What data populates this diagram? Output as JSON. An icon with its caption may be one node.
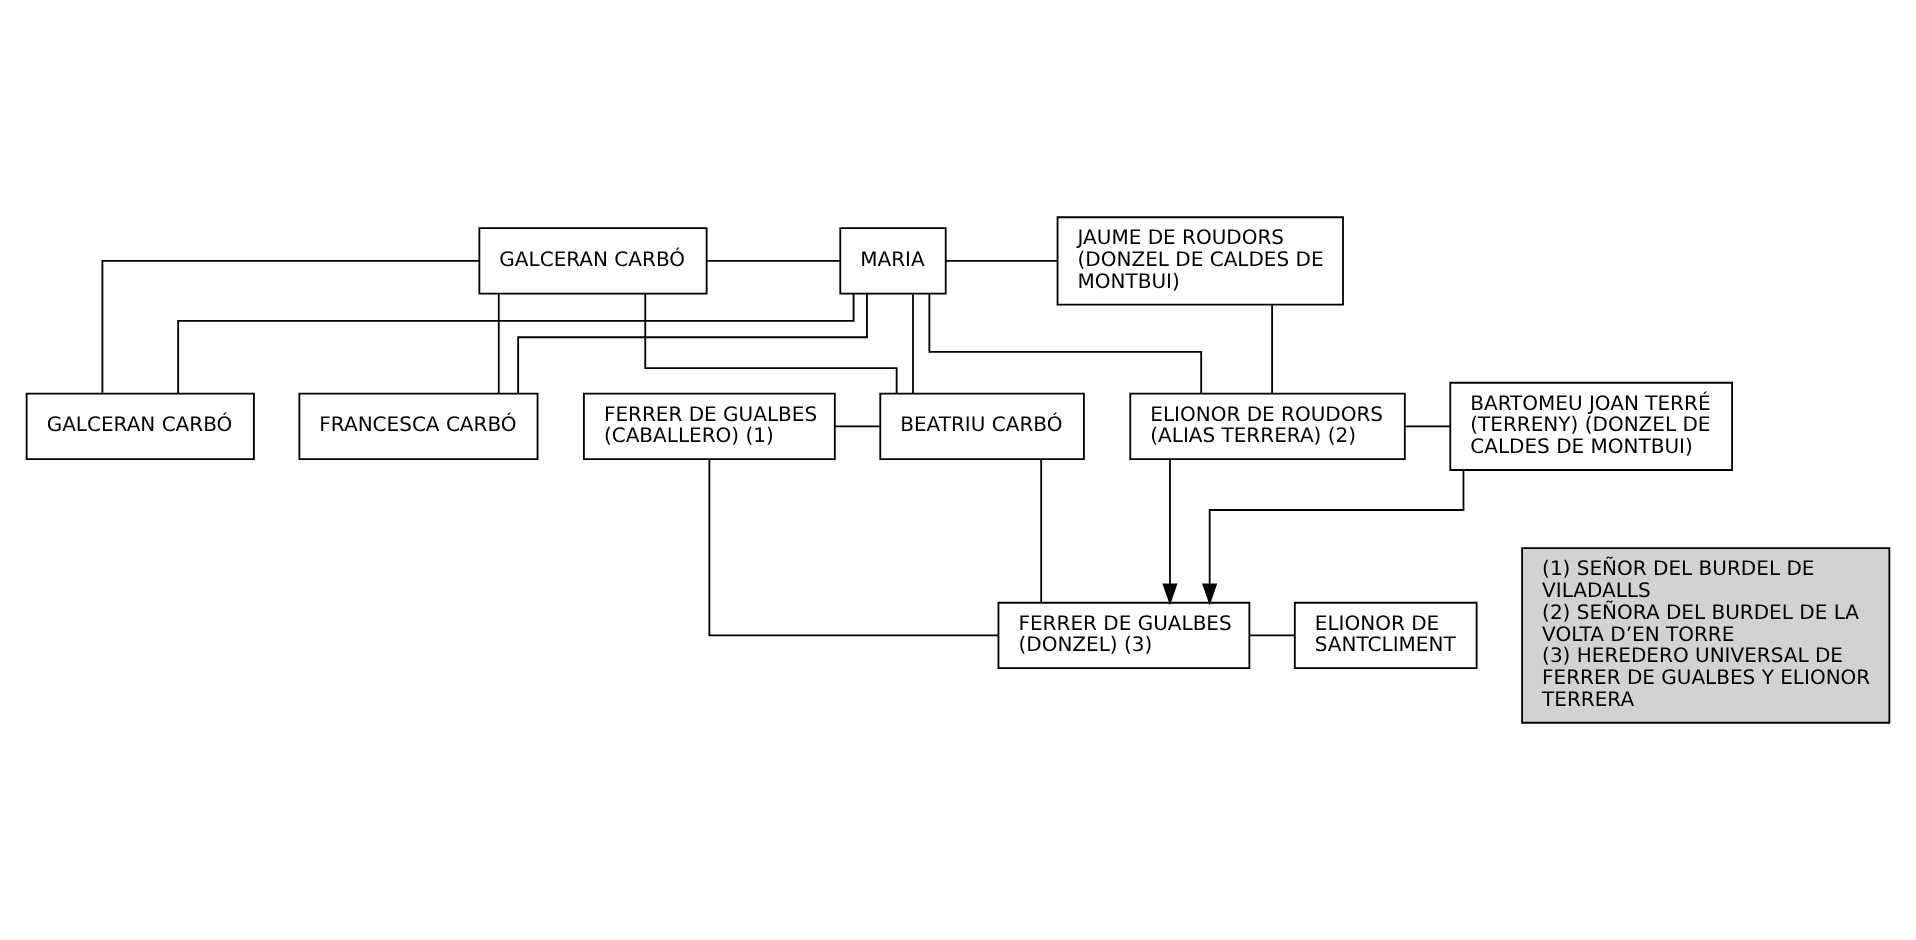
{
  "diagram": {
    "nodes": [
      {
        "text": [
          "GALCERAN CARBÓ"
        ]
      },
      {
        "text": [
          "MARIA"
        ]
      },
      {
        "text": [
          "JAUME DE ROUDORS (DONZEL DE CALDES DE MONTBUI)"
        ]
      },
      {
        "text": [
          "FERRER DE GUALBES (CABALLERO) (1)"
        ]
      },
      {
        "text": [
          "BEATRIU CARBÓ"
        ]
      },
      {
        "text": [
          "GALCERAN CARBÓ"
        ]
      },
      {
        "text": [
          "FRANCESCA CARBÓ"
        ]
      },
      {
        "text": [
          "ELIONOR DE ROUDORS (ALIAS TERRERA) (2)"
        ]
      },
      {
        "text": [
          "BARTOMEU JOAN TERRÉ (TERRENY) (DONZEL DE CALDES DE MONTBUI)"
        ]
      },
      {
        "text": [
          "FERRER DE GUALBES (DONZEL) (3)"
        ]
      },
      {
        "text": [
          "ELIONOR DE SANTCLIMENT"
        ]
      },
      {
        "text": [
          "(1) SEÑOR DEL BURDEL DE VILADALLS",
          "(2) SEÑORA DEL BURDEL DE LA VOLTA D’EN TORRE",
          "(3) HEREDERO UNIVERSAL DE FERRER DE GUALBES Y ELIONOR TERRERA"
        ]
      }
    ],
    "edges": [
      {
        "from": 0,
        "to": 1,
        "arrow": "none"
      },
      {
        "from": 1,
        "to": 2,
        "arrow": "none"
      },
      {
        "from": 0,
        "to": 4,
        "arrow": "none"
      },
      {
        "from": 1,
        "to": 4,
        "arrow": "none"
      },
      {
        "from": 0,
        "to": 5,
        "arrow": "none"
      },
      {
        "from": 1,
        "to": 5,
        "arrow": "none"
      },
      {
        "from": 0,
        "to": 6,
        "arrow": "none"
      },
      {
        "from": 1,
        "to": 6,
        "arrow": "none"
      },
      {
        "from": 1,
        "to": 7,
        "arrow": "none"
      },
      {
        "from": 2,
        "to": 7,
        "arrow": "none"
      },
      {
        "from": 3,
        "to": 4,
        "arrow": "none"
      },
      {
        "from": 7,
        "to": 8,
        "arrow": "none"
      },
      {
        "from": 3,
        "to": 9,
        "arrow": "none"
      },
      {
        "from": 4,
        "to": 9,
        "arrow": "none"
      },
      {
        "from": 7,
        "to": 9,
        "arrow": "to"
      },
      {
        "from": 8,
        "to": 9,
        "arrow": "to"
      },
      {
        "from": 9,
        "to": 10,
        "arrow": "none"
      }
    ]
  }
}
